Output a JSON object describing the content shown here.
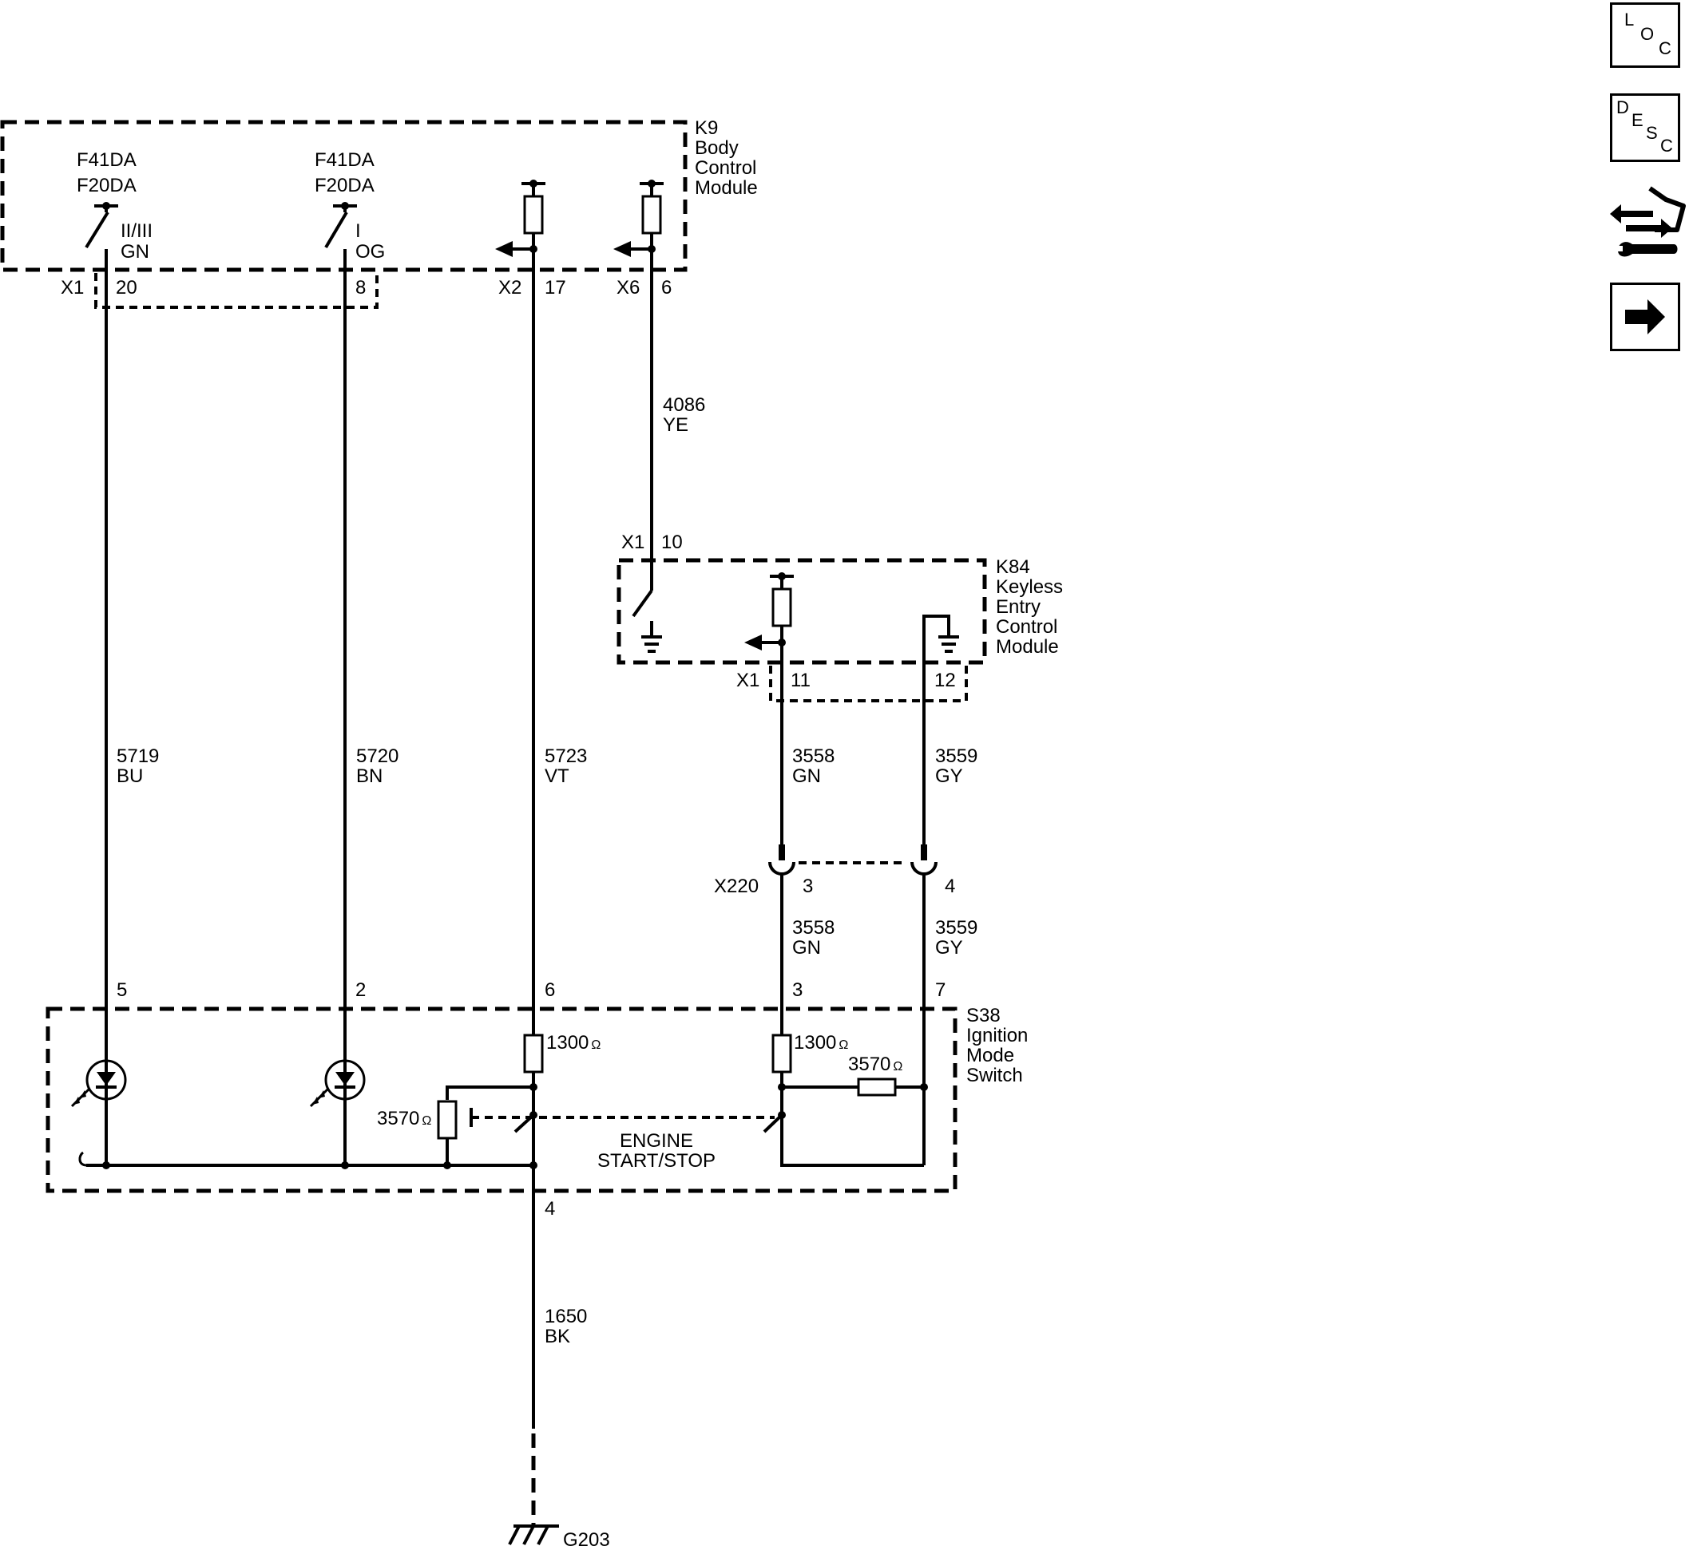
{
  "modules": {
    "k9": {
      "ref": "K9",
      "lines": [
        "Body",
        "Control",
        "Module"
      ]
    },
    "k84": {
      "ref": "K84",
      "lines": [
        "Keyless",
        "Entry",
        "Control",
        "Module"
      ]
    },
    "s38": {
      "ref": "S38",
      "lines": [
        "Ignition",
        "Mode",
        "Switch"
      ]
    }
  },
  "fuses": {
    "f1_top": "F41DA",
    "f1_bot": "F20DA",
    "f2_top": "F41DA",
    "f2_bot": "F20DA"
  },
  "switch_labels": {
    "s1_pos": "II/III",
    "s1_color": "GN",
    "s2_pos": "I",
    "s2_color": "OG"
  },
  "connectors": {
    "k9_x1": "X1",
    "k9_x1_p20": "20",
    "k9_x1_p8": "8",
    "k9_x2": "X2",
    "k9_x2_p17": "17",
    "k9_x6": "X6",
    "k9_x6_p6": "6",
    "k84_in": "X1",
    "k84_in_p10": "10",
    "k84_out": "X1",
    "k84_out_p11": "11",
    "k84_out_p12": "12",
    "x220": "X220",
    "x220_p3": "3",
    "x220_p4": "4",
    "s38_p5": "5",
    "s38_p2": "2",
    "s38_p6": "6",
    "s38_p3": "3",
    "s38_p7": "7",
    "s38_p4": "4"
  },
  "wires": {
    "w4086_num": "4086",
    "w4086_col": "YE",
    "w5719_num": "5719",
    "w5719_col": "BU",
    "w5720_num": "5720",
    "w5720_col": "BN",
    "w5723_num": "5723",
    "w5723_col": "VT",
    "w3558a_num": "3558",
    "w3558a_col": "GN",
    "w3559a_num": "3559",
    "w3559a_col": "GY",
    "w3558b_num": "3558",
    "w3558b_col": "GN",
    "w3559b_num": "3559",
    "w3559b_col": "GY",
    "w1650_num": "1650",
    "w1650_col": "BK"
  },
  "resistors": {
    "r1": "1300",
    "r1_unit": "Ω",
    "r2": "1300",
    "r2_unit": "Ω",
    "r3": "3570",
    "r3_unit": "Ω",
    "r4": "3570",
    "r4_unit": "Ω"
  },
  "switch_text": {
    "line1": "ENGINE",
    "line2": "START/STOP"
  },
  "ground": {
    "ref": "G203"
  },
  "nav": {
    "loc": {
      "l1": "L",
      "l2": "O",
      "l3": "C"
    },
    "desc": {
      "l1": "D",
      "l2": "E",
      "l3": "S",
      "l4": "C"
    },
    "icons": [
      "connector-tool-icon",
      "next-arrow-icon"
    ]
  }
}
